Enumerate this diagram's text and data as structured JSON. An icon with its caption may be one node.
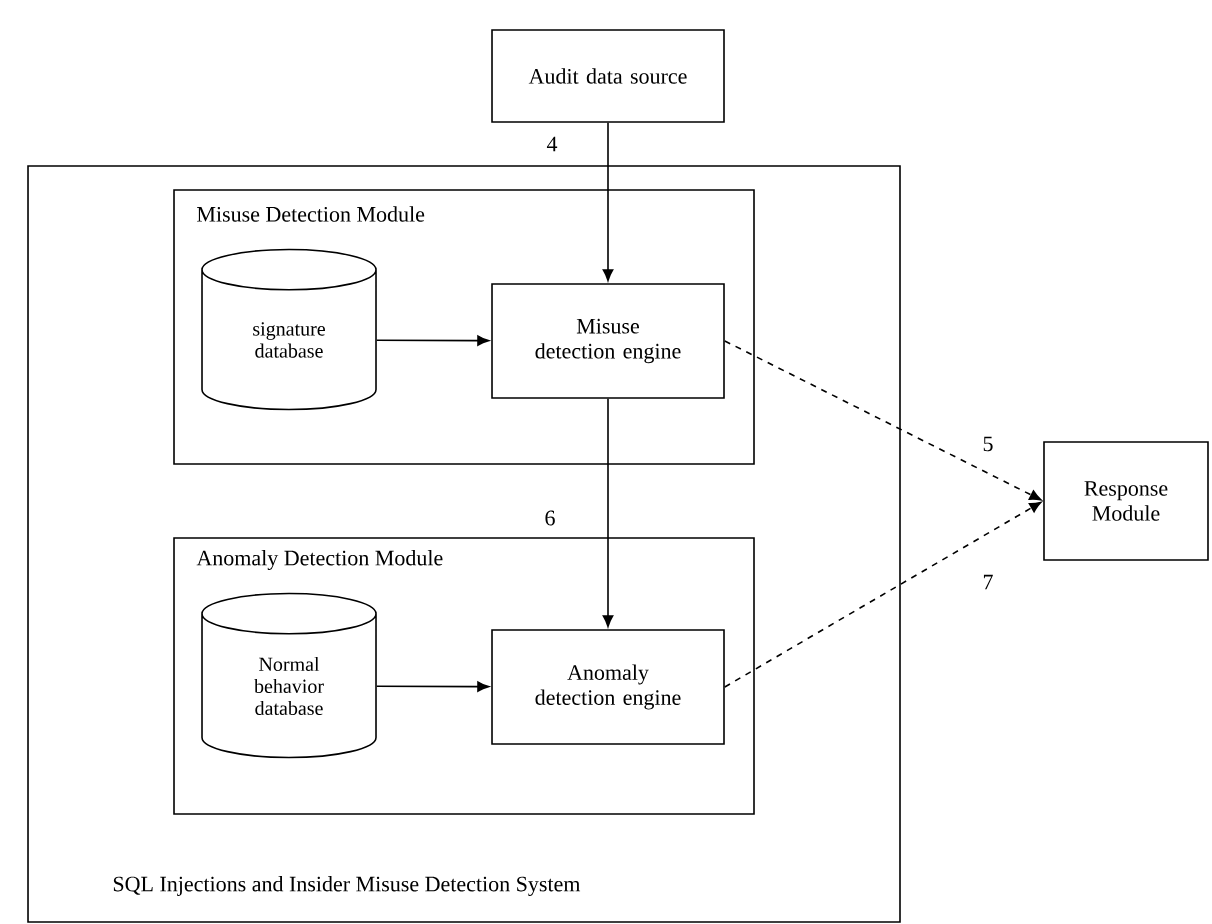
{
  "diagram": {
    "nodes": [
      {
        "text": [
          "Audit data source"
        ]
      },
      {
        "text": [
          "SQL Injections and Insider Misuse Detection System"
        ]
      },
      {
        "text": [
          "Misuse Detection Module"
        ],
        "in": 1
      },
      {
        "text": [
          "signature database"
        ],
        "in": 2
      },
      {
        "text": [
          "Misuse detection engine"
        ],
        "in": 2
      },
      {
        "text": [
          "Anomaly Detection Module"
        ],
        "in": 1
      },
      {
        "text": [
          "Normal behavior database"
        ],
        "in": 5
      },
      {
        "text": [
          "Anomaly detection engine"
        ],
        "in": 5
      },
      {
        "text": [
          "Response Module"
        ]
      }
    ],
    "edges": [
      {
        "from": 0,
        "to": 4,
        "arrow": "to",
        "label": "4"
      },
      {
        "from": 3,
        "to": 4,
        "arrow": "to"
      },
      {
        "from": 4,
        "to": 7,
        "arrow": "to",
        "label": "6"
      },
      {
        "from": 6,
        "to": 7,
        "arrow": "to"
      },
      {
        "from": 4,
        "to": 8,
        "arrow": "to",
        "label": "5",
        "style": "dashed"
      },
      {
        "from": 7,
        "to": 8,
        "arrow": "to",
        "label": "7",
        "style": "dashed"
      }
    ]
  }
}
